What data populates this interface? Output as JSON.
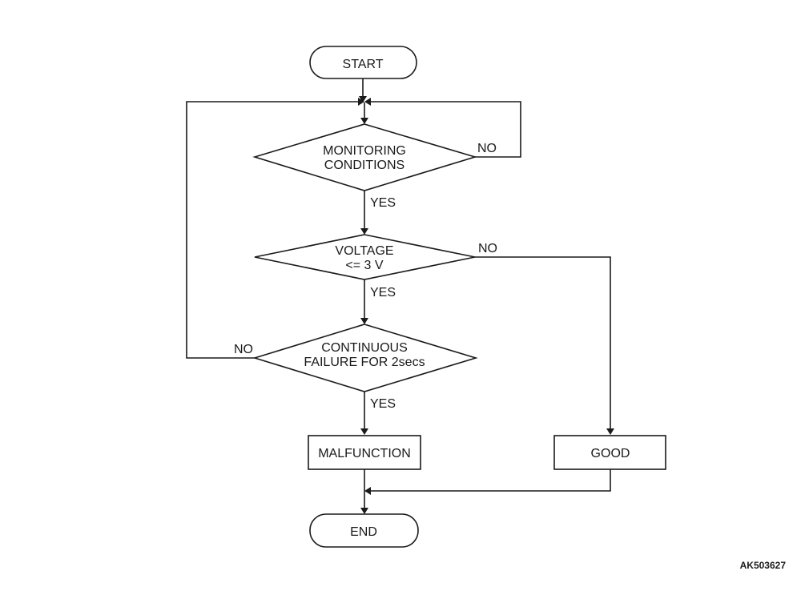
{
  "nodes": {
    "start": "START",
    "monitoring": [
      "MONITORING",
      "CONDITIONS"
    ],
    "voltage": [
      "VOLTAGE",
      "<= 3 V"
    ],
    "continuous": [
      "CONTINUOUS",
      "FAILURE FOR 2secs"
    ],
    "malfunction": "MALFUNCTION",
    "good": "GOOD",
    "end": "END"
  },
  "edges": {
    "monitoring_no": "NO",
    "monitoring_yes": "YES",
    "voltage_no": "NO",
    "voltage_yes": "YES",
    "continuous_no": "NO",
    "continuous_yes": "YES"
  },
  "reference": "AK503627",
  "colors": {
    "stroke": "#1a1a1a",
    "background": "#ffffff"
  }
}
